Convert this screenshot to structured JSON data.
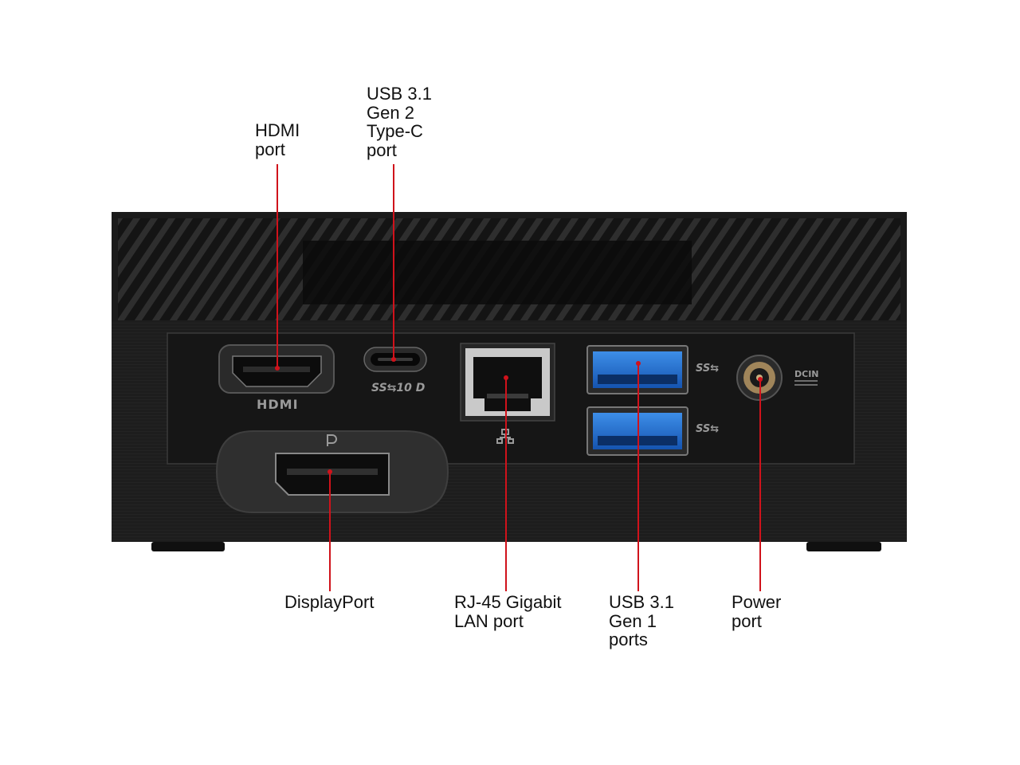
{
  "colors": {
    "leader_line": "#d0121b",
    "chassis": "#1b1b1b",
    "usb_blue": "#1f6fd0"
  },
  "callouts": {
    "hdmi": "HDMI\nport",
    "usbc": "USB 3.1\nGen 2\nType-C\nport",
    "displayport": "DisplayPort",
    "lan": "RJ-45 Gigabit\nLAN port",
    "usba": "USB 3.1\nGen 1\nports",
    "power": "Power\nport"
  },
  "device_markings": {
    "hdmi": "HDMI",
    "usbc_logo": "SS⇆10 D",
    "usba_logo": "SS⇆",
    "dcin": "DCIN"
  },
  "icons": [
    "hdmi-port-icon",
    "usb-c-port-icon",
    "displayport-port-icon",
    "rj45-port-icon",
    "usb-a-port-icon",
    "dc-power-jack-icon",
    "lan-network-icon",
    "displayport-logo-icon"
  ]
}
